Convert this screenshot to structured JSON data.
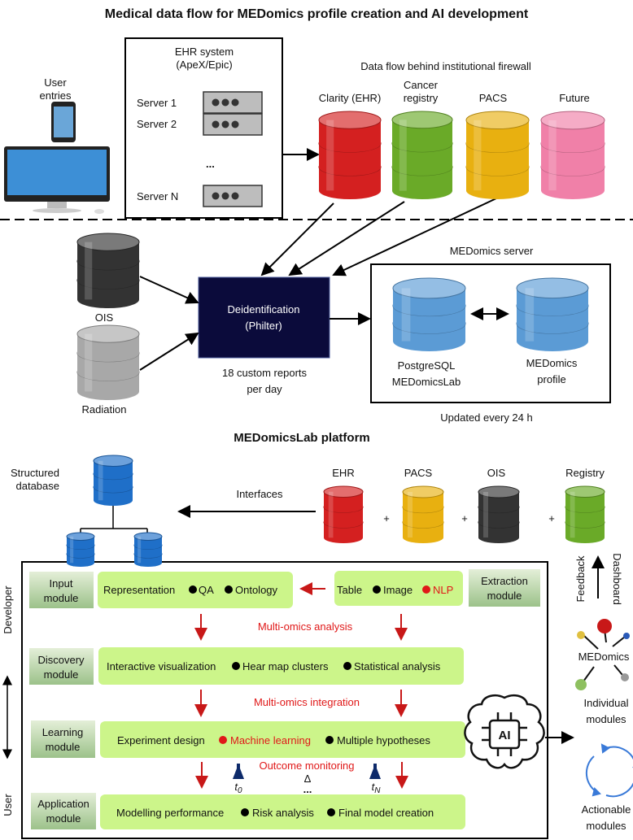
{
  "title": "Medical data flow for MEDomics profile creation and AI development",
  "user_entries": [
    "User",
    "entries"
  ],
  "ehr_system": {
    "title": "EHR system",
    "subtitle": "(ApeX/Epic)",
    "servers": [
      "Server  1",
      "Server  2",
      "...",
      "Server  N"
    ]
  },
  "firewall_label": "Data flow behind institutional firewall",
  "sources": [
    {
      "label": [
        "Clarity (EHR)"
      ],
      "color": "#d42020"
    },
    {
      "label": [
        "Cancer",
        "registry"
      ],
      "color": "#6aaa28"
    },
    {
      "label": [
        "PACS"
      ],
      "color": "#e8b010"
    },
    {
      "label": [
        "Future"
      ],
      "color": "#f080a8"
    }
  ],
  "ois": {
    "label": "OIS",
    "color": "#333333"
  },
  "radiation": {
    "label": "Radiation",
    "color": "#a8a8a8"
  },
  "deidentification": {
    "line1": "Deidentification",
    "line2": "(Philter)",
    "color": "#0b0b3b"
  },
  "reports": [
    "18 custom reports",
    "per day"
  ],
  "server": {
    "title": "MEDomics server",
    "db1": [
      "PostgreSQL",
      "MEDomicsLab"
    ],
    "db2": [
      "MEDomics",
      "profile"
    ],
    "updated": "Updated every 24 h",
    "color": "#5b9bd5"
  },
  "platform": {
    "title": "MEDomicsLab platform",
    "structured_db": [
      "Structured",
      "database"
    ],
    "interfaces": "Interfaces",
    "sources": [
      "EHR",
      "PACS",
      "OIS",
      "Registry"
    ],
    "plus": "+",
    "modules": {
      "input": [
        "Input",
        "module"
      ],
      "extraction": [
        "Extraction",
        "module"
      ],
      "discovery": [
        "Discovery",
        "module"
      ],
      "learning": [
        "Learning",
        "module"
      ],
      "application": [
        "Application",
        "module"
      ]
    },
    "input_items": [
      "Representation",
      "QA",
      "Ontology"
    ],
    "extraction_items": [
      "Table",
      "Image",
      "NLP"
    ],
    "discovery_items": [
      "Interactive  visualization",
      "Hear map clusters",
      "Statistical analysis"
    ],
    "learning_items": [
      "Experiment  design",
      "Machine  learning",
      "Multiple  hypotheses"
    ],
    "application_items": [
      "Modelling  performance",
      "Risk analysis",
      "Final model creation"
    ],
    "analysis": "Multi-omics analysis",
    "integration": "Multi-omics integration",
    "monitoring": "Outcome monitoring",
    "t0": "t0",
    "delta": "Δ",
    "dots": "...",
    "tN": "tN",
    "ai": "AI",
    "developer": "Developer",
    "user": "User",
    "feedback": "Feedback",
    "dashboard": "Dashboard",
    "medomics": "MEDomics",
    "individual": [
      "Individual",
      "modules"
    ],
    "actionable": [
      "Actionable",
      "modules"
    ],
    "highlight_color": "#e01818",
    "box_color": "#ccf58a"
  }
}
